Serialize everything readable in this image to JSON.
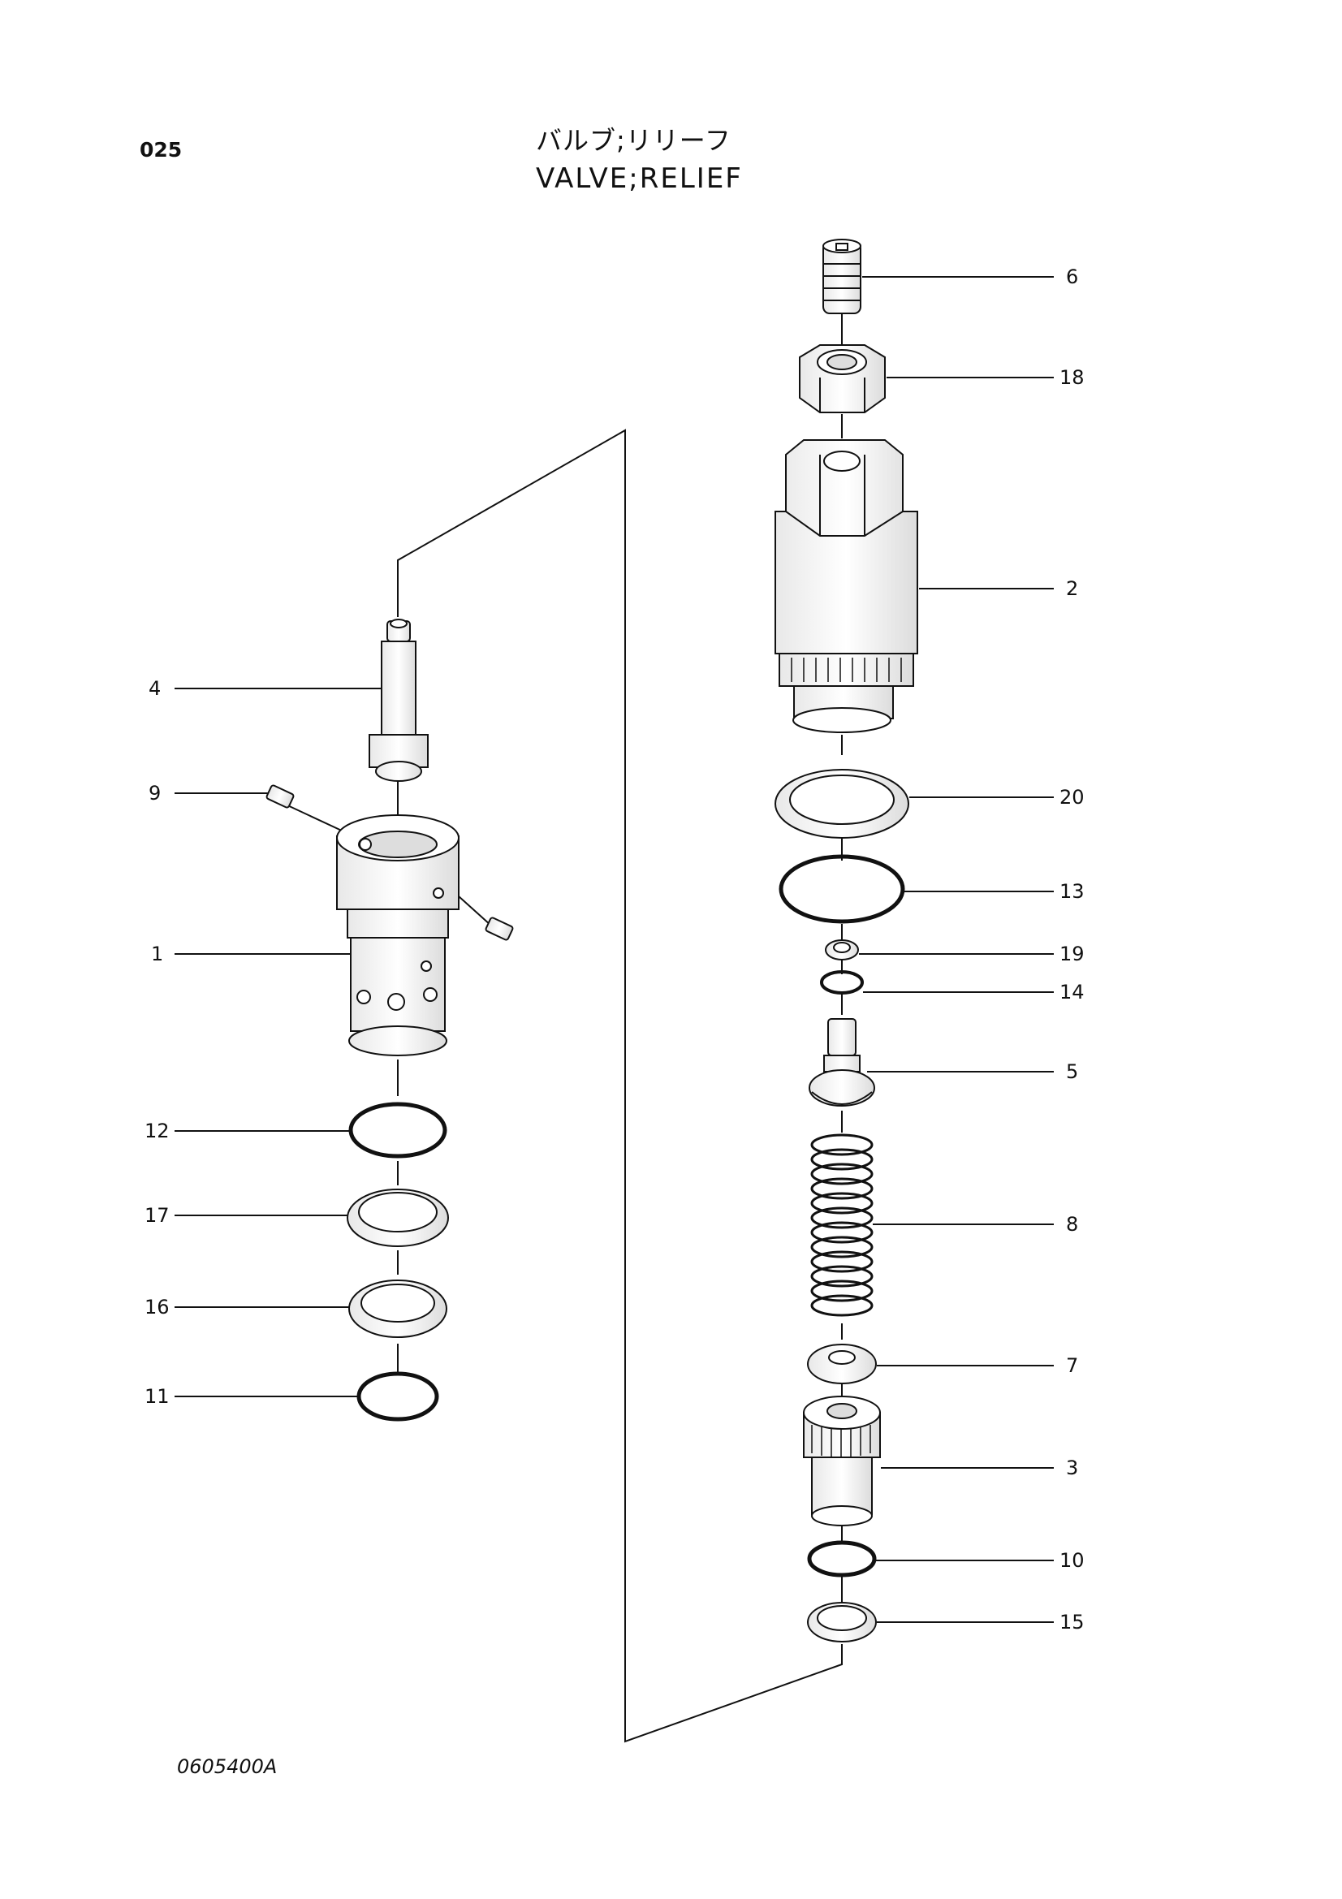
{
  "page_number": "025",
  "title_jp": "バルブ;リリーフ",
  "title_en": "VALVE;RELIEF",
  "drawing_code": "0605400A",
  "callouts": [
    "6",
    "18",
    "2",
    "20",
    "13",
    "19",
    "14",
    "5",
    "8",
    "7",
    "3",
    "10",
    "15",
    "4",
    "9",
    "1",
    "12",
    "17",
    "16",
    "11"
  ]
}
